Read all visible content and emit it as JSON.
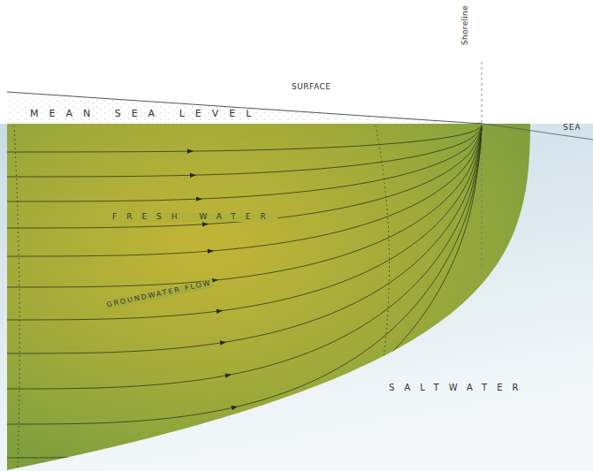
{
  "diagram": {
    "labels": [
      "SURFACE",
      "MEAN SEA LEVEL",
      "Shoreline",
      "SEA",
      "FRESH WATER",
      "GROUNDWATER FLOW",
      "SALTWATER"
    ]
  }
}
